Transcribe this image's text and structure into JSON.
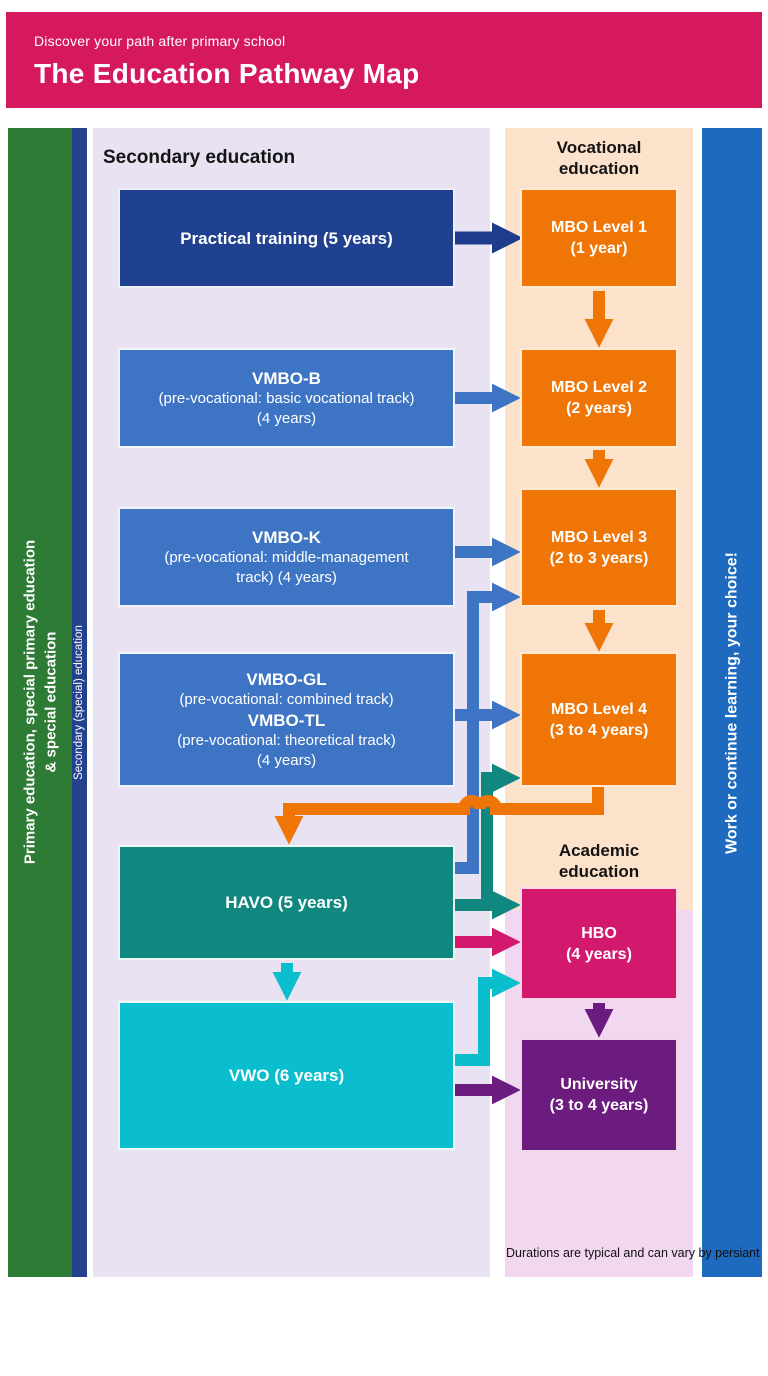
{
  "header": {
    "subtitle": "Discover your path after primary school",
    "title": "The Education Pathway Map"
  },
  "sidebars": {
    "left_green": {
      "line1": "Primary education, special primary education",
      "line2": "& special education"
    },
    "left_navy": {
      "label": "Secondary (special) education"
    },
    "right_blue": {
      "label": "Work or continue learning, your choice!"
    }
  },
  "columns": {
    "secondary": {
      "heading": "Secondary education"
    },
    "vocational": {
      "heading_line1": "Vocational",
      "heading_line2": "education"
    },
    "academic": {
      "heading_line1": "Academic",
      "heading_line2": "education"
    }
  },
  "boxes": {
    "practical": {
      "lines": [
        "Practical training (5 years)"
      ]
    },
    "vmbo_b": {
      "lines": [
        "VMBO-B",
        "(pre-vocational: basic vocational track)",
        "(4 years)"
      ]
    },
    "vmbo_k": {
      "lines": [
        "VMBO-K",
        "(pre-vocational: middle-management",
        "track) (4 years)"
      ]
    },
    "vmbo_gl_tl": {
      "lines": [
        "VMBO-GL",
        "(pre-vocational: combined track)",
        "VMBO-TL",
        "(pre-vocational: theoretical track)",
        "(4 years)"
      ]
    },
    "havo": {
      "lines": [
        "HAVO (5 years)"
      ]
    },
    "vwo": {
      "lines": [
        "VWO (6 years)"
      ]
    },
    "mbo1": {
      "lines": [
        "MBO Level 1",
        "(1 year)"
      ]
    },
    "mbo2": {
      "lines": [
        "MBO Level 2",
        "(2 years)"
      ]
    },
    "mbo3": {
      "lines": [
        "MBO Level 3",
        "(2 to 3 years)"
      ]
    },
    "mbo4": {
      "lines": [
        "MBO Level 4",
        "(3 to 4 years)"
      ]
    },
    "hbo": {
      "lines": [
        "HBO",
        "(4 years)"
      ]
    },
    "university": {
      "lines": [
        "University",
        "(3 to 4 years)"
      ]
    }
  },
  "footnote": "Durations are typical and can vary by persiant",
  "colors": {
    "header_bg": "#d6195e",
    "sidebar_green": "#2e7b35",
    "sidebar_navy": "#24418e",
    "sidebar_right_blue": "#1d6abf",
    "column_secondary_bg": "#e9e2f2",
    "column_vocational_bg": "#fce2cb",
    "column_academic_bg": "#f2d7f0",
    "box_practical": "#20418f",
    "box_vmbo": "#3e74c4",
    "box_havo": "#10877f",
    "box_vwo": "#0bbece",
    "box_mbo": "#ee7506",
    "box_hbo": "#d3196e",
    "box_university": "#6c1b7e",
    "arrow_navy": "#1e3c8c",
    "arrow_blue": "#3e74c4",
    "arrow_orange": "#ee7506",
    "arrow_teal": "#10877f",
    "arrow_pink": "#d3196e",
    "arrow_cyan": "#0bbece",
    "arrow_purple": "#6c1b7e"
  }
}
